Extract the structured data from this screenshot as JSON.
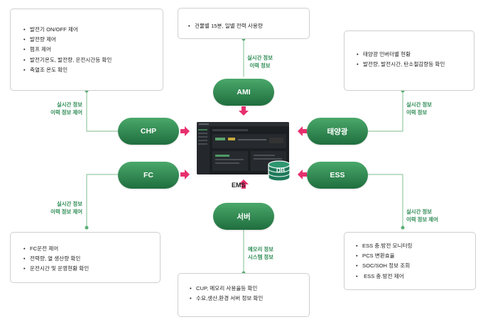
{
  "center": {
    "label": "EMS",
    "db_label": "DB"
  },
  "nodes": {
    "ami": "AMI",
    "chp": "CHP",
    "fc": "FC",
    "server": "서버",
    "solar": "태양광",
    "ess": "ESS"
  },
  "boxes": {
    "ami": [
      "건물별 15분, 일별 전력 사용량"
    ],
    "chp": [
      "발전기 ON/OFF 제어",
      "발전량 제어",
      "펌프 제어",
      "발전기온도, 발전량, 운전시간등 확인",
      "축열조 온도 확인"
    ],
    "fc": [
      "FC운전 제어",
      "전력량, 열 생산량 확인",
      "운전시간 및 운영현황 확인"
    ],
    "server": [
      "CUP, 메모리 사용율등 확인",
      "수요,생산,환경 서버 정보 확인"
    ],
    "solar": [
      "태양광 인버터별 현황",
      "발전량, 발전시간, 탄소절감량등 확인"
    ],
    "ess": [
      "ESS 충.방전 모니터링",
      "PCS 변환효율",
      "SOC/SOH 정보 조회",
      " ESS 충.방전 제어"
    ]
  },
  "labels": {
    "ami": [
      "실시간 정보",
      "이력 정보"
    ],
    "chp": [
      "실시간 정보",
      "이력 정보 제어"
    ],
    "fc": [
      "실시간 정보",
      "이력 정보 제어"
    ],
    "server": [
      "메모리 정보",
      "시스템 정보"
    ],
    "solar": [
      "실시간 정보",
      "이력 정보"
    ],
    "ess": [
      "실시간 정보",
      "이력 정보 제어"
    ]
  },
  "colors": {
    "accent": "#2d8b54",
    "arrow": "#e8306e",
    "line": "#7cbf8e",
    "border": "#cfcfcf"
  }
}
